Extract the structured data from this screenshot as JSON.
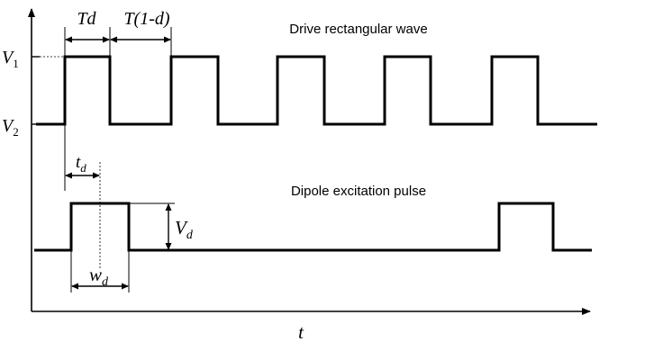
{
  "labels": {
    "v1_base": "V",
    "v1_sub": "1",
    "v2_base": "V",
    "v2_sub": "2",
    "td": "Td",
    "t_one_minus_d": "T(1-d)",
    "drive_title": "Drive rectangular wave",
    "tdelay_base": "t",
    "tdelay_sub": "d",
    "pulse_title": "Dipole excitation pulse",
    "vd_base": "V",
    "vd_sub": "d",
    "wd_base": "w",
    "wd_sub": "d",
    "time_axis": "t"
  }
}
